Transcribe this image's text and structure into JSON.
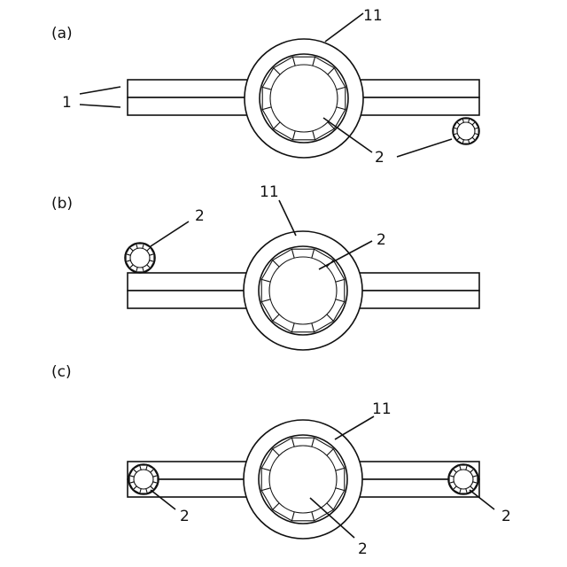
{
  "panels": [
    {
      "id": "a",
      "label": "(a)",
      "callouts": {
        "ring": "11",
        "layers": "1",
        "gem": "2"
      }
    },
    {
      "id": "b",
      "label": "(b)",
      "callouts": {
        "ring": "11",
        "gem_small": "2",
        "gem_center": "2"
      }
    },
    {
      "id": "c",
      "label": "(c)",
      "callouts": {
        "ring": "11",
        "gem_left": "2",
        "gem_center": "2",
        "gem_right": "2"
      }
    }
  ],
  "colors": {
    "stroke": "#111111",
    "fill": "#ffffff",
    "dots": "#333333"
  }
}
